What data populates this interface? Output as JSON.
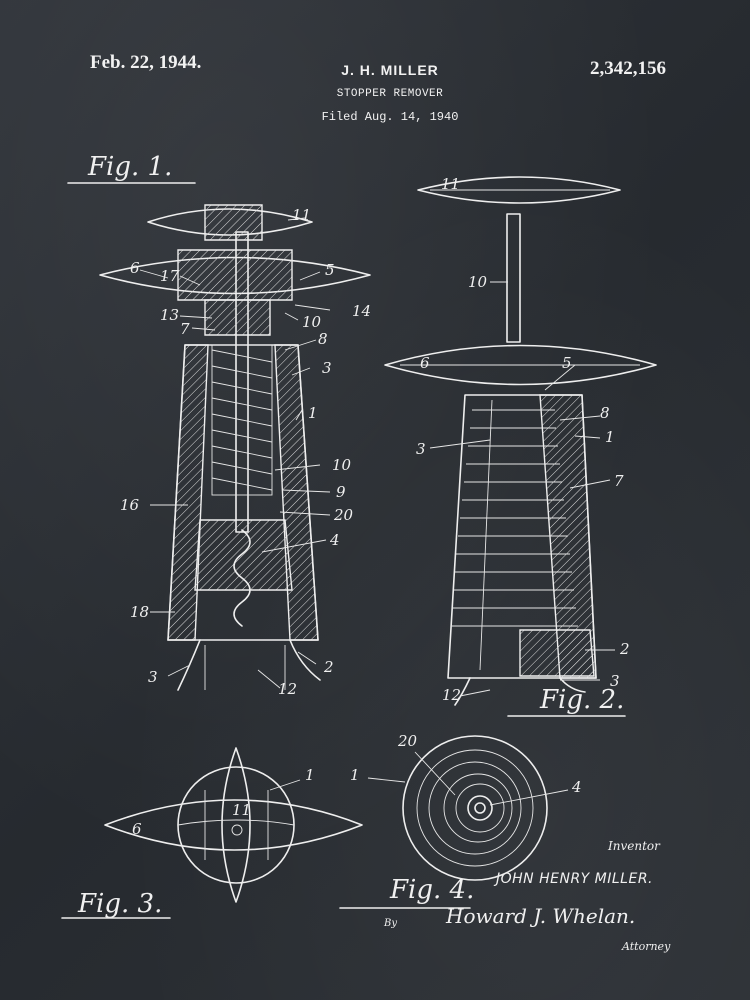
{
  "header": {
    "date": "Feb. 22, 1944.",
    "inventor": "J. H. MILLER",
    "patent_number": "2,342,156",
    "title": "STOPPER REMOVER",
    "filed": "Filed Aug. 14, 1940"
  },
  "figures": {
    "fig1": "Fig. 1.",
    "fig2": "Fig. 2.",
    "fig3": "Fig. 3.",
    "fig4": "Fig. 4."
  },
  "labels": {
    "n1": "1",
    "n2": "2",
    "n3": "3",
    "n4": "4",
    "n5": "5",
    "n6": "6",
    "n7": "7",
    "n8": "8",
    "n9": "9",
    "n10": "10",
    "n11": "11",
    "n12": "12",
    "n13": "13",
    "n14": "14",
    "n16": "16",
    "n17": "17",
    "n18": "18",
    "n20": "20"
  },
  "signature": {
    "inventor_caption": "Inventor",
    "inventor_name": "JOHN HENRY MILLER.",
    "by": "By",
    "attorney_name": "Howard J. Whelan.",
    "attorney_caption": "Attorney"
  }
}
